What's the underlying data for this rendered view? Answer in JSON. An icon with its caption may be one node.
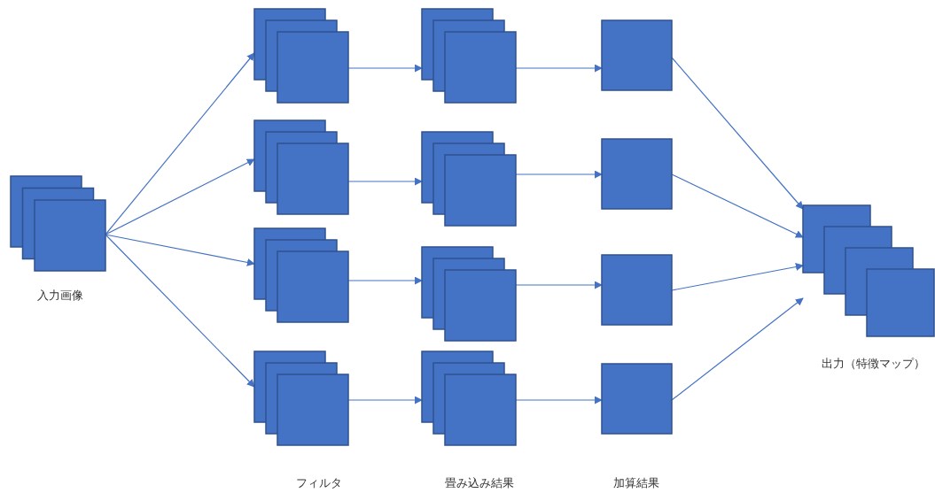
{
  "diagram": {
    "nodes": [
      {
        "text": [],
        "shape": "box",
        "beside": [
          "入力画像"
        ]
      },
      {
        "text": [],
        "shape": "box"
      },
      {
        "text": [],
        "shape": "box"
      },
      {
        "text": [],
        "shape": "box"
      },
      {
        "text": [],
        "shape": "box"
      },
      {
        "text": [],
        "shape": "box"
      },
      {
        "text": [],
        "shape": "box"
      },
      {
        "text": [],
        "shape": "box"
      },
      {
        "text": [],
        "shape": "box"
      },
      {
        "text": [],
        "shape": "box"
      },
      {
        "text": [],
        "shape": "box"
      },
      {
        "text": [],
        "shape": "box"
      },
      {
        "text": [],
        "shape": "box"
      },
      {
        "text": [],
        "shape": "box",
        "beside": [
          "出力（特徴マップ）"
        ]
      }
    ],
    "edges": [
      {
        "from": 0,
        "to": 1,
        "arrow": "to"
      },
      {
        "from": 0,
        "to": 2,
        "arrow": "to"
      },
      {
        "from": 0,
        "to": 3,
        "arrow": "to"
      },
      {
        "from": 0,
        "to": 4,
        "arrow": "to"
      },
      {
        "from": 1,
        "to": 5,
        "arrow": "to"
      },
      {
        "from": 2,
        "to": 6,
        "arrow": "to"
      },
      {
        "from": 3,
        "to": 7,
        "arrow": "to"
      },
      {
        "from": 4,
        "to": 8,
        "arrow": "to"
      },
      {
        "from": 5,
        "to": 9,
        "arrow": "to"
      },
      {
        "from": 6,
        "to": 10,
        "arrow": "to"
      },
      {
        "from": 7,
        "to": 11,
        "arrow": "to"
      },
      {
        "from": 8,
        "to": 12,
        "arrow": "to"
      },
      {
        "from": 9,
        "to": 13,
        "arrow": "to"
      },
      {
        "from": 10,
        "to": 13,
        "arrow": "to"
      },
      {
        "from": 11,
        "to": 13,
        "arrow": "to"
      },
      {
        "from": 12,
        "to": 13,
        "arrow": "to"
      }
    ],
    "labels": [
      "フィルタ",
      "畳み込み結果",
      "加算結果"
    ]
  }
}
